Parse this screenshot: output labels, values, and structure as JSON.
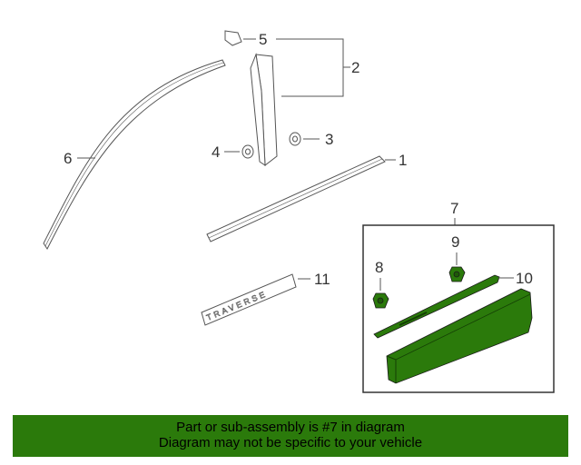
{
  "diagram": {
    "callouts": {
      "c1": "1",
      "c2": "2",
      "c3": "3",
      "c4": "4",
      "c5": "5",
      "c6": "6",
      "c7": "7",
      "c8": "8",
      "c9": "9",
      "c10": "10",
      "c11": "11"
    },
    "emblem_text": "TRAVERSE",
    "highlight_color": "#2b7a0b"
  },
  "banner": {
    "line1": "Part or sub-assembly is #7 in diagram",
    "line2": "Diagram may not be specific to your vehicle"
  }
}
